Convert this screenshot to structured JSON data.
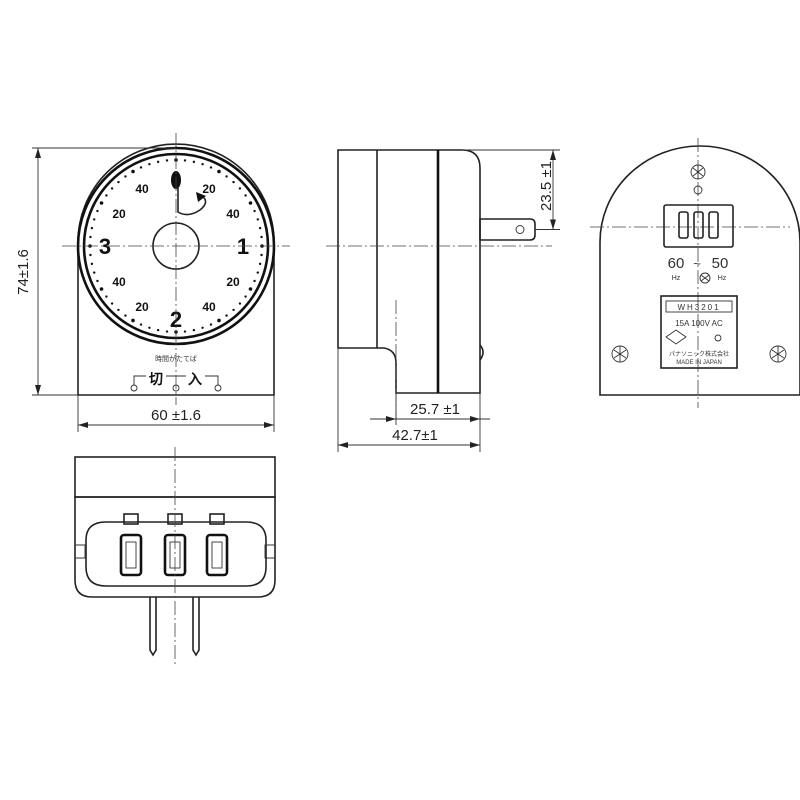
{
  "dimensions": {
    "height": "74±1.6",
    "width": "60 ±1.6",
    "plug_height": "23.5 ±1",
    "depth_body": "25.7 ±1",
    "depth_total": "42.7±1"
  },
  "dial": {
    "hour_numbers": [
      "1",
      "2",
      "3"
    ],
    "minute_labels": [
      "20",
      "40",
      "20",
      "40",
      "20",
      "40"
    ],
    "note_text": "時間がたてば",
    "off_label": "切",
    "on_label": "入"
  },
  "back_label": {
    "freq_60": "60",
    "freq_50": "50",
    "freq_sep": "~",
    "freq_unit_left": "Hz",
    "freq_unit_right": "Hz",
    "model": "WH3201",
    "rating": "15A 100V AC",
    "maker": "パナソニック株式会社",
    "origin": "MADE IN JAPAN"
  }
}
